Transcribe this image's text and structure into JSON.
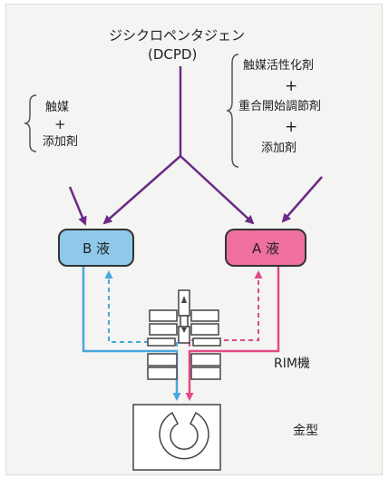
{
  "top": {
    "line1": "ジシクロペンタジェン",
    "line2": "(DCPD)"
  },
  "left_additives": {
    "line1": "触媒",
    "line2": "+",
    "line3": "添加剤"
  },
  "right_additives": {
    "line1": "触媒活性化剤",
    "line2": "+",
    "line3": "重合開始調節剤",
    "line4": "+",
    "line5": "添加剤"
  },
  "b_liquid": {
    "label": "B 液",
    "color": "#8ec9ea"
  },
  "a_liquid": {
    "label": "A 液",
    "color": "#ef6fa0"
  },
  "machine_label": "RIM機",
  "mold_label": "金型",
  "colors": {
    "blue_flow": "#4aa6e0",
    "pink_flow": "#e24a86",
    "arrow": "#6b2a86",
    "line": "#444444"
  }
}
